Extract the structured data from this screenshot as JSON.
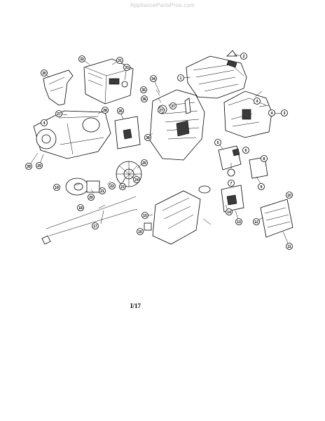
{
  "watermark": "AppliancePartsPros.com",
  "page_number": "I/17",
  "callouts": [
    "1",
    "2",
    "3",
    "4",
    "4",
    "4",
    "5",
    "6",
    "7",
    "8",
    "9",
    "10",
    "11",
    "12",
    "13",
    "14",
    "15",
    "16",
    "17",
    "18",
    "19",
    "20",
    "21",
    "22",
    "23",
    "24",
    "25",
    "26",
    "27",
    "27",
    "28",
    "29",
    "30",
    "31",
    "32",
    "33",
    "34",
    "35",
    "36",
    "37",
    "38",
    "39"
  ]
}
